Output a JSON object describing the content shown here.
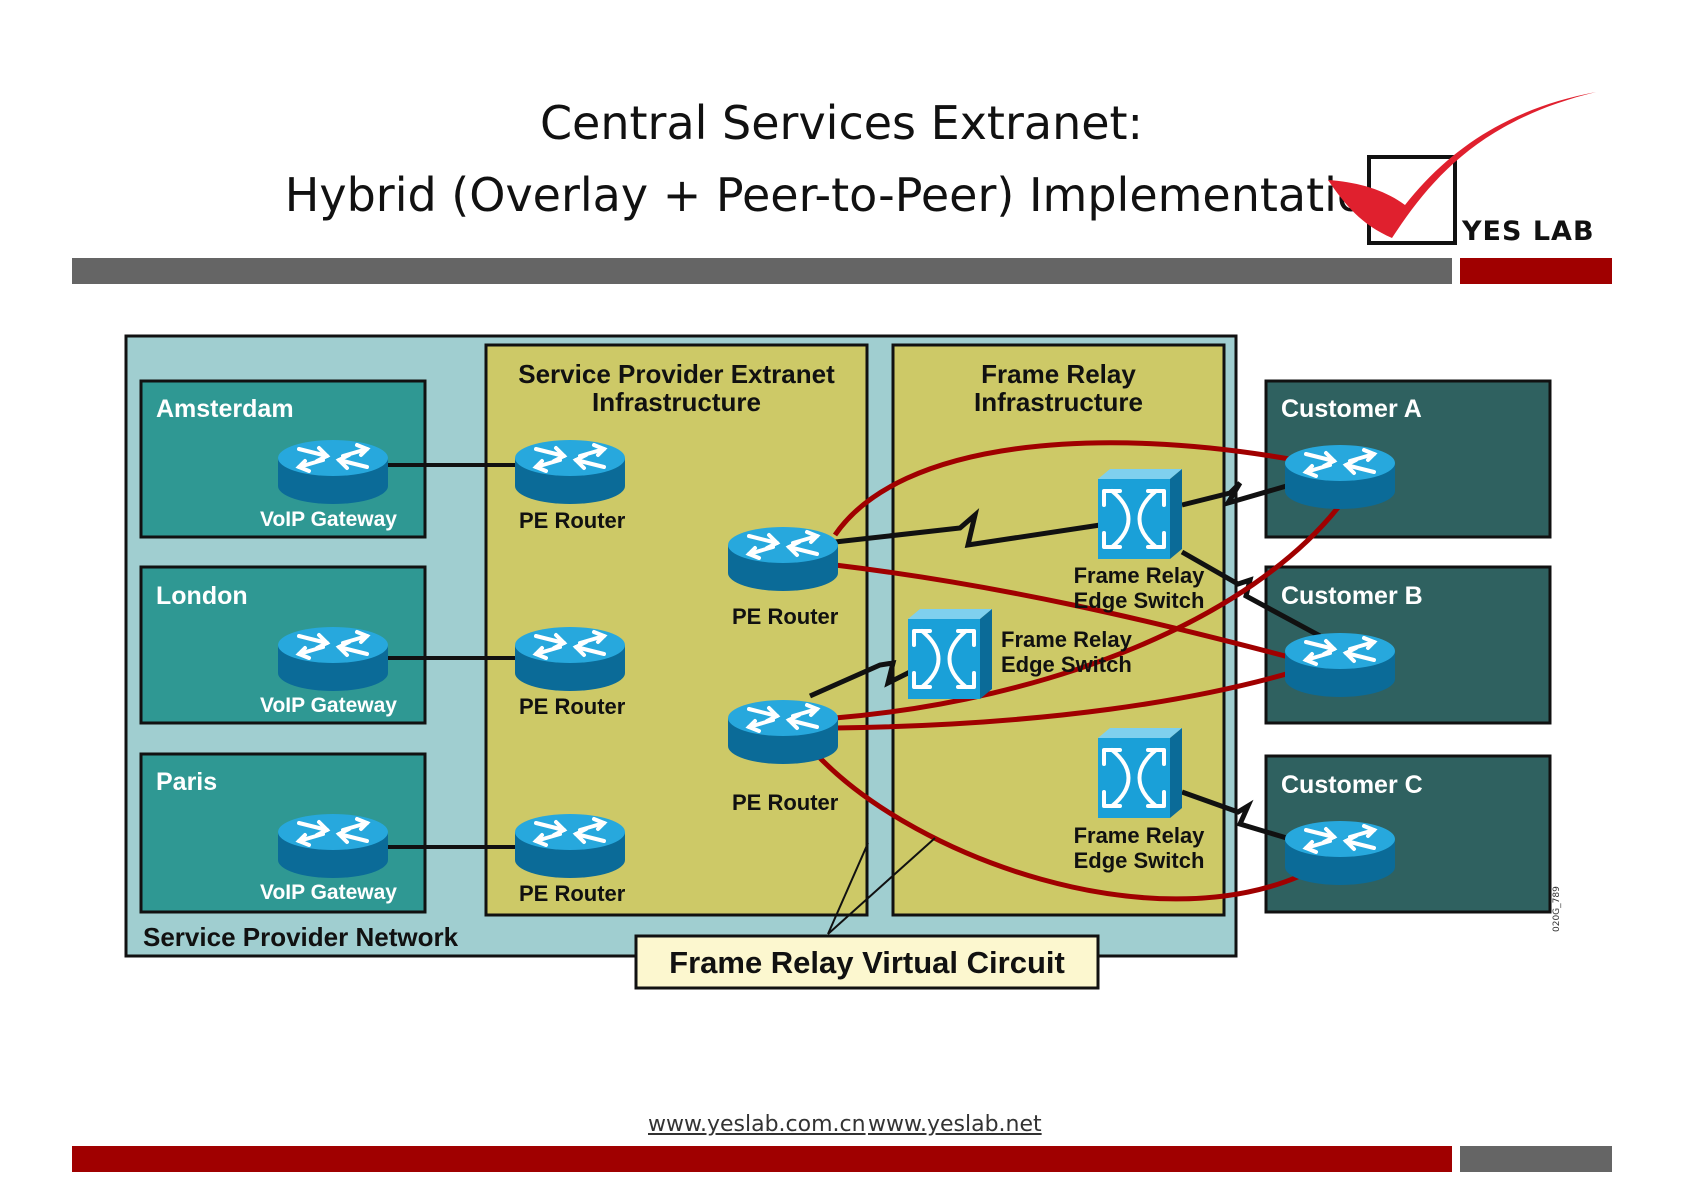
{
  "title_line1": "Central Services Extranet:",
  "title_line2": "Hybrid (Overlay + Peer-to-Peer) Implementation",
  "logo_text": "YES LAB",
  "sites": [
    {
      "name": "Amsterdam",
      "device": "VoIP Gateway"
    },
    {
      "name": "London",
      "device": "VoIP Gateway"
    },
    {
      "name": "Paris",
      "device": "VoIP Gateway"
    }
  ],
  "sp_network_label": "Service Provider Network",
  "extranet_header": "Service Provider Extranet\nInfrastructure",
  "pe_router_label": "PE Router",
  "fr_header": "Frame Relay\nInfrastructure",
  "fr_switch_label": "Frame Relay\nEdge Switch",
  "customers": [
    "Customer A",
    "Customer B",
    "Customer C"
  ],
  "callout": "Frame Relay Virtual Circuit",
  "side_code": "020G_789",
  "footer_links": [
    "www.yeslab.com.cn",
    "www.yeslab.net"
  ],
  "colors": {
    "sp_network_bg": "#a0ced0",
    "site_bg": "#2f9893",
    "extranet_bg": "#cdc967",
    "customer_bg": "#2f6160",
    "virtual_circuit": "#a00000",
    "router_top": "#27a8dd",
    "router_side": "#0b6b98",
    "switch_front": "#1aa0d8",
    "bar_grey": "#656565",
    "bar_red": "#a00000",
    "callout_bg": "#fcf7cf"
  }
}
